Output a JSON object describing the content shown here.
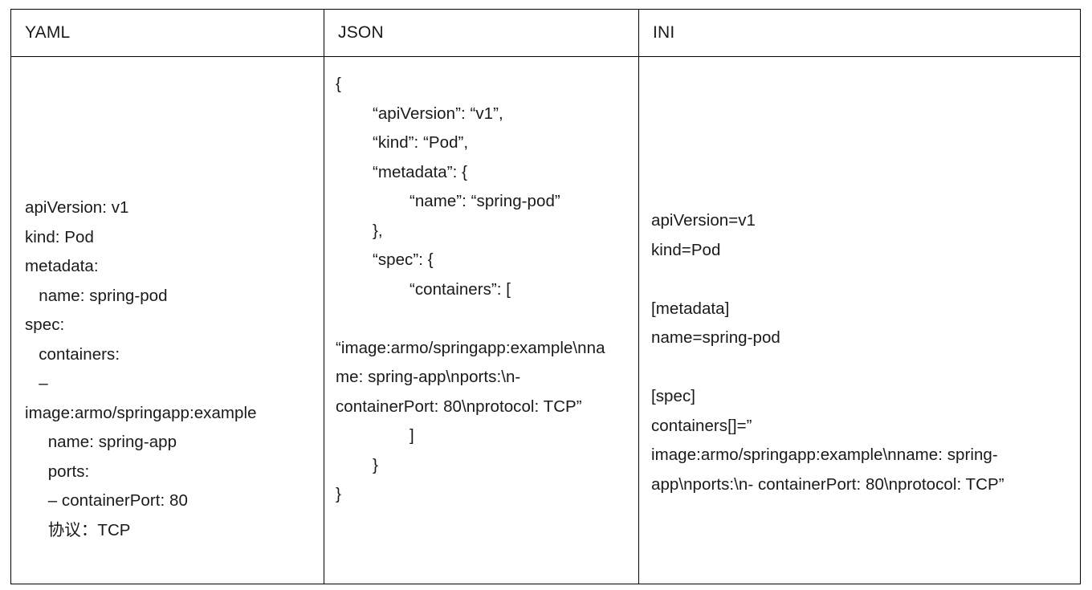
{
  "table": {
    "headers": [
      {
        "label": "YAML"
      },
      {
        "label": "JSON"
      },
      {
        "label": "INI"
      }
    ],
    "cells": {
      "yaml": "apiVersion: v1\nkind: Pod\nmetadata:\n   name: spring-pod\nspec:\n   containers:\n   –\nimage:armo/springapp:example\n     name: spring-app\n     ports:\n     – containerPort: 80\n     协议：TCP",
      "json": "{\n        “apiVersion”: “v1”,\n        “kind”: “Pod”,\n        “metadata”: {\n                “name”: “spring-pod”\n        },\n        “spec”: {\n                “containers”: [\n\n“image:armo/springapp:example\\nname: spring-app\\nports:\\n- containerPort: 80\\nprotocol: TCP”\n                ]\n        }\n}",
      "ini": "apiVersion=v1\nkind=Pod\n\n[metadata]\nname=spring-pod\n\n[spec]\ncontainers[]=”\nimage:armo/springapp:example\\nname: spring-app\\nports:\\n- containerPort: 80\\nprotocol: TCP”"
    }
  },
  "colors": {
    "border": "#000000",
    "background": "#ffffff",
    "text": "#1a1a1a"
  }
}
